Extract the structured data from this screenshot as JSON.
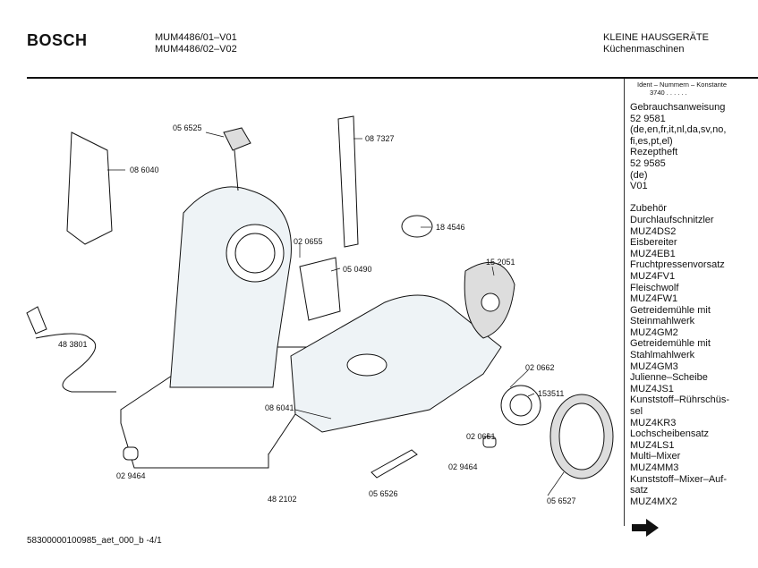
{
  "header": {
    "brand": "BOSCH",
    "models": [
      "MUM4486/01–V01",
      "MUM4486/02–V02"
    ],
    "category": "KLEINE HAUSGERÄTE",
    "subcategory": "Küchenmaschinen"
  },
  "sidebar": {
    "ident_label": "Ident – Nummern – Konstante",
    "ident_value": "3740  .  .  .  .  .  .",
    "lines": [
      "Gebrauchsanweisung",
      "52 9581",
      "(de,en,fr,it,nl,da,sv,no,",
      "fi,es,pt,el)",
      "Rezeptheft",
      "52 9585",
      "(de)",
      "V01"
    ],
    "accessories": [
      "Zubehör",
      "Durchlaufschnitzler",
      "MUZ4DS2",
      "Eisbereiter",
      "MUZ4EB1",
      "Fruchtpressenvorsatz",
      "MUZ4FV1",
      "Fleischwolf",
      "MUZ4FW1",
      "Getreidemühle mit",
      "Steinmahlwerk",
      "MUZ4GM2",
      "Getreidemühle mit",
      "Stahlmahlwerk",
      "MUZ4GM3",
      "Julienne–Scheibe",
      "MUZ4JS1",
      "Kunststoff–Rührschüs-",
      "sel",
      "MUZ4KR3",
      "Lochscheibensatz",
      "MUZ4LS1",
      "Multi–Mixer",
      "MUZ4MM3",
      "Kunststoff–Mixer–Auf-",
      "satz",
      "MUZ4MX2"
    ],
    "next_icon": "arrow-right-icon"
  },
  "parts": [
    "05 6525",
    "08 7327",
    "08 6040",
    "18 4546",
    "02 0655",
    "15 2051",
    "05 0490",
    "48 3801",
    "02 0662",
    "153511",
    "08 6041",
    "02 0661",
    "02 9464",
    "02 9464",
    "48 2102",
    "05 6526",
    "05 6527"
  ],
  "footer": "58300000100985_aet_000_b -4/1"
}
